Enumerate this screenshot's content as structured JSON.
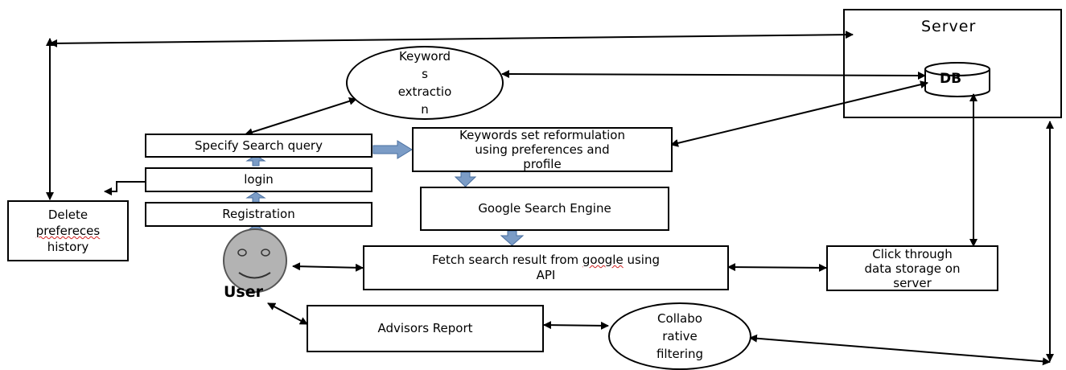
{
  "server": {
    "title": "Server",
    "db": "DB"
  },
  "nodes": {
    "keywords_extraction": "Keyword\ns\nextractio\nn",
    "specify_query": "Specify Search query",
    "login": "login",
    "registration": "Registration",
    "delete_history": {
      "line1": "Delete",
      "line2": "prefereces",
      "line3": "history"
    },
    "reformulation": "Keywords set reformulation\nusing preferences  and\nprofile",
    "google_engine": "Google Search Engine",
    "fetch": {
      "before": "Fetch search result from ",
      "word": "google",
      "after": " using\nAPI"
    },
    "click_through": "Click through\ndata storage on\nserver",
    "advisors_report": "Advisors Report",
    "collaborative": "Collabo\nrative\nfiltering"
  },
  "user": {
    "label": "User"
  },
  "colors": {
    "flow_arrow": "#7b9cc6",
    "flow_arrow_stroke": "#4a6fa0",
    "line": "#000000",
    "face": "#b3b3b3"
  }
}
